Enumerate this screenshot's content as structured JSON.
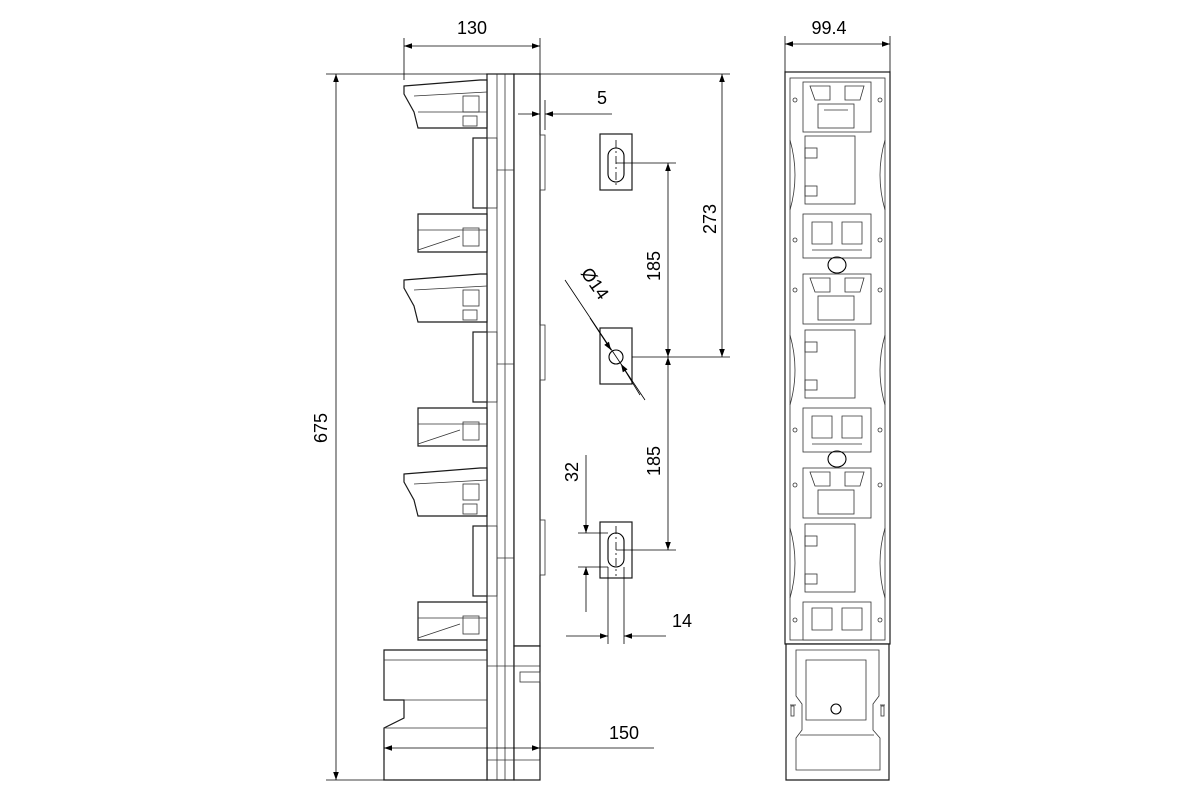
{
  "dimensions": {
    "width_top": "130",
    "width_right": "99.4",
    "offset_top": "5",
    "height_upper": "273",
    "spacing_upper": "185",
    "spacing_lower": "185",
    "hole_diameter": "Ø14",
    "slot_length": "32",
    "slot_width": "14",
    "total_height": "675",
    "depth_bottom": "150"
  }
}
